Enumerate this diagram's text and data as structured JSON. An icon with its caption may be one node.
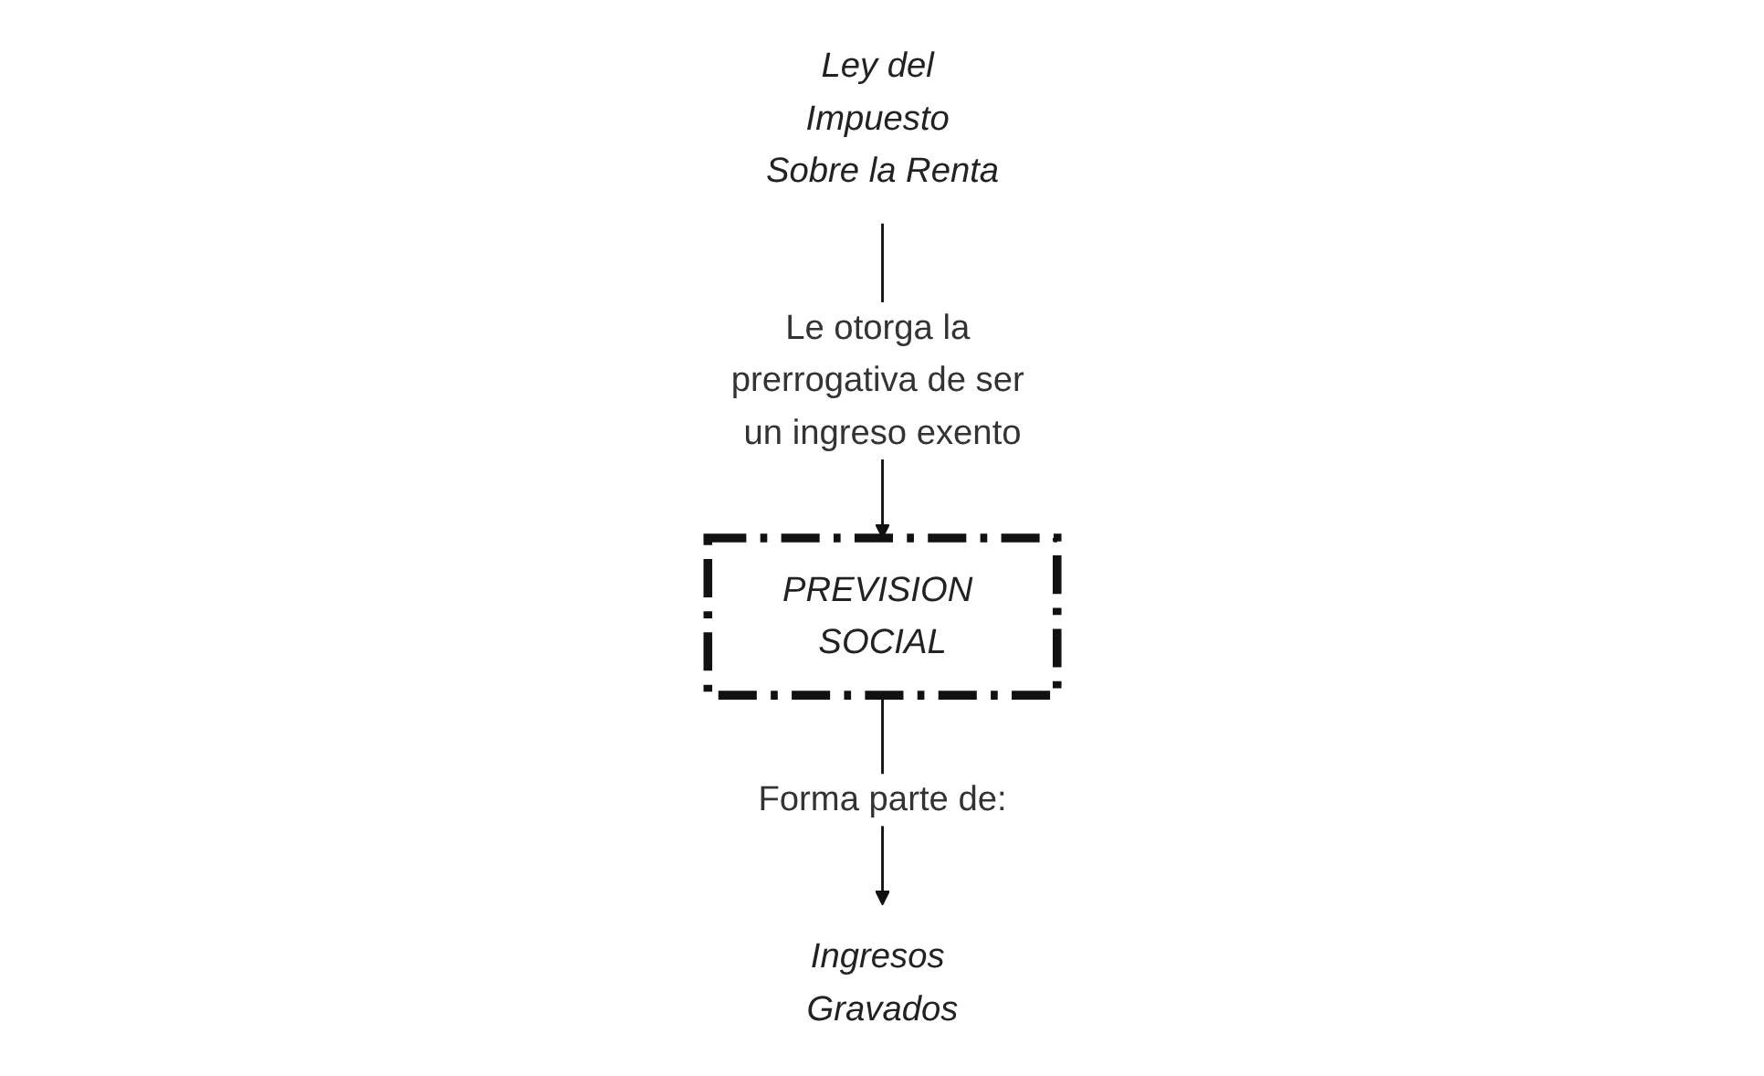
{
  "diagram": {
    "nodes": [
      {
        "text": [
          "Ley del Impuesto Sobre la Renta"
        ]
      },
      {
        "text": [
          "PREVISION SOCIAL"
        ]
      },
      {
        "text": [
          "Ingresos Gravados"
        ]
      }
    ],
    "edges": [
      {
        "from": 0,
        "to": 1,
        "arrow": "to",
        "label": "Le otorga la prerrogativa de ser un ingreso exento"
      },
      {
        "from": 1,
        "to": 2,
        "arrow": "to",
        "label": "Forma parte de:"
      }
    ]
  }
}
